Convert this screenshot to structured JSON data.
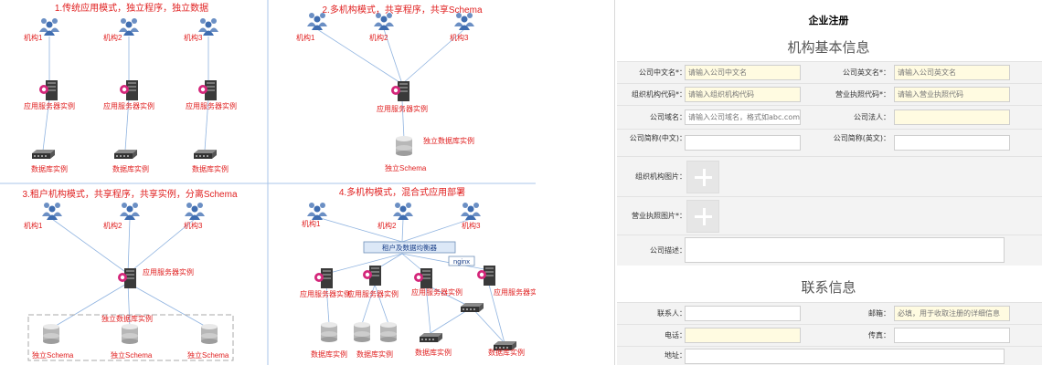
{
  "diagram": {
    "panels": [
      {
        "title": "1.传统应用模式，独立程序，独立数据"
      },
      {
        "title": "2.多机构模式，共享程序，共享Schema"
      },
      {
        "title": "3.租户机构模式，共享程序，共享实例，分离Schema"
      },
      {
        "title": "4.多机构模式，混合式应用部署"
      }
    ],
    "labels": {
      "org1": "机构1",
      "org2": "机构2",
      "org3": "机构3",
      "app_server": "应用服务器实例",
      "db_instance": "数据库实例",
      "shared_db": "独立数据库实例",
      "schema": "独立Schema",
      "lb": "租户及数据均衡器",
      "nginx": "nginx"
    }
  },
  "form": {
    "title": "企业注册",
    "section_basic": "机构基本信息",
    "section_contact": "联系信息",
    "fields": {
      "cn_name_label": "公司中文名*：",
      "cn_name_ph": "请输入公司中文名",
      "en_name_label": "公司英文名*：",
      "en_name_ph": "请输入公司英文名",
      "org_code_label": "组织机构代码*：",
      "org_code_ph": "请输入组织机构代码",
      "license_code_label": "营业执照代码*：",
      "license_code_ph": "请输入营业执照代码",
      "domain_label": "公司域名：",
      "domain_ph": "请输入公司域名，格式如abc.com",
      "legal_label": "公司法人：",
      "short_cn_label": "公司简称(中文)：",
      "short_en_label": "公司简称(英文)：",
      "org_img_label": "组织机构图片：",
      "license_img_label": "营业执照图片*：",
      "desc_label": "公司描述：",
      "contact_label": "联系人：",
      "email_label": "邮箱：",
      "email_ph": "必填，用于收取注册的详细信息",
      "phone_label": "电话：",
      "fax_label": "传真：",
      "address_label": "地址："
    }
  }
}
